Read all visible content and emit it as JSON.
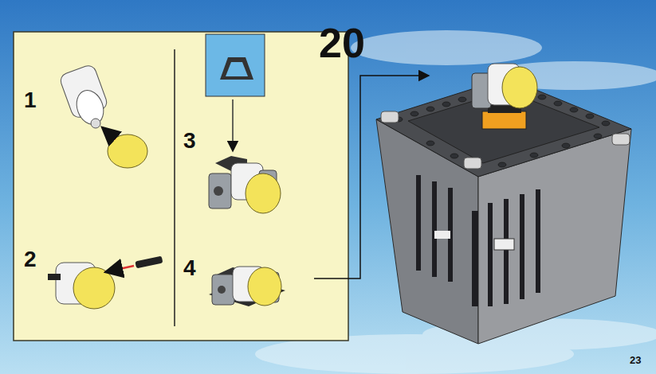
{
  "diagram": {
    "nodes": [
      {
        "text": [
          "1",
          "2",
          "3",
          "4"
        ]
      }
    ],
    "labels": [
      "20",
      "23"
    ]
  }
}
